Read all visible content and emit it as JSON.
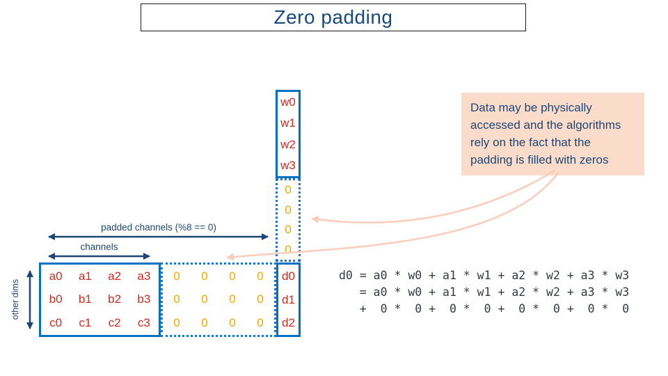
{
  "title": "Zero padding",
  "colors": {
    "box_border_blue": "#0071c5",
    "label_navy": "#1e4674",
    "title_navy": "#17497f",
    "value_red": "#d6291d",
    "padding_orange": "#f2a900",
    "note_background": "#fbdccb",
    "note_arrow_pink": "#f9cdb9"
  },
  "weights_column": {
    "cells": [
      "w0",
      "w1",
      "w2",
      "w3"
    ]
  },
  "weights_padding": {
    "cells": [
      "0",
      "0",
      "0",
      "0"
    ]
  },
  "data_matrix": {
    "rows": [
      [
        "a0",
        "a1",
        "a2",
        "a3"
      ],
      [
        "b0",
        "b1",
        "b2",
        "b3"
      ],
      [
        "c0",
        "c1",
        "c2",
        "c3"
      ]
    ]
  },
  "padding_matrix": {
    "rows": [
      [
        "0",
        "0",
        "0",
        "0"
      ],
      [
        "0",
        "0",
        "0",
        "0"
      ],
      [
        "0",
        "0",
        "0",
        "0"
      ]
    ]
  },
  "output_column": {
    "cells": [
      "d0",
      "d1",
      "d2"
    ]
  },
  "labels": {
    "padded_channels": "padded channels (%8 == 0)",
    "channels": "channels",
    "other_dims": "other dims"
  },
  "note": {
    "text": "Data may be physically accessed and the algorithms rely on the fact that the padding is filled with zeros"
  },
  "equation": {
    "lines": [
      "d0 = a0 * w0 + a1 * w1 + a2 * w2 + a3 * w3",
      "   = a0 * w0 + a1 * w1 + a2 * w2 + a3 * w3",
      "   +  0 *  0 +  0 *  0 +  0 *  0 +  0 *  0"
    ]
  }
}
